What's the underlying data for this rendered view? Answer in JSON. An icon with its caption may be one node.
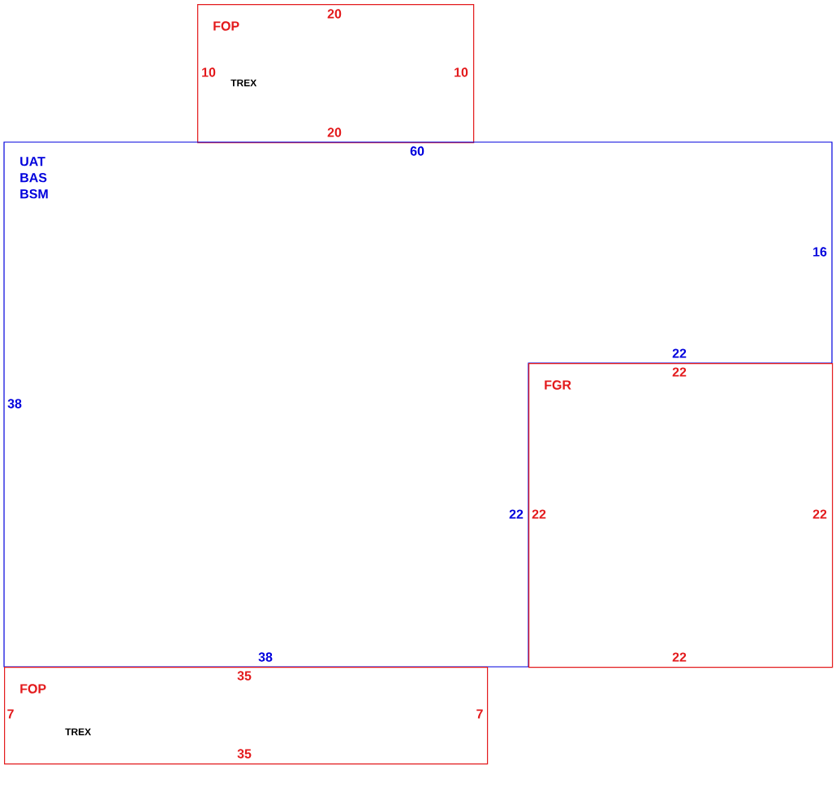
{
  "diagram": {
    "nodes": [
      {
        "text": [
          "FOP",
          "TREX"
        ]
      },
      {
        "text": [
          "UAT BAS BSM"
        ]
      },
      {
        "text": [
          "FGR"
        ]
      },
      {
        "text": [
          "FOP",
          "TREX"
        ]
      }
    ],
    "labels": [
      "20",
      "10",
      "10",
      "20",
      "60",
      "16",
      "22",
      "22",
      "38",
      "22",
      "22",
      "22",
      "38",
      "22",
      "35",
      "7",
      "7",
      "35"
    ]
  }
}
